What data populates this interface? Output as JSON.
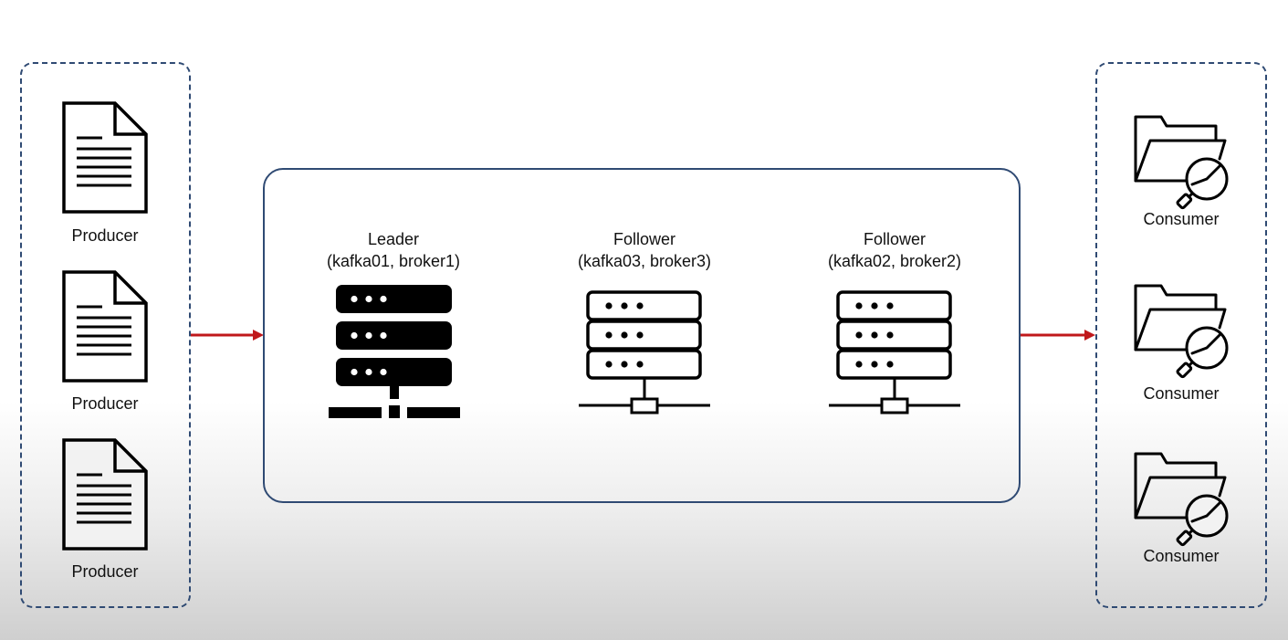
{
  "producers": [
    {
      "label": "Producer",
      "icon": "document-icon"
    },
    {
      "label": "Producer",
      "icon": "document-icon"
    },
    {
      "label": "Producer",
      "icon": "document-icon"
    }
  ],
  "brokers": [
    {
      "role": "Leader",
      "id": "(kafka01, broker1)",
      "icon": "server-icon-filled"
    },
    {
      "role": "Follower",
      "id": "(kafka03, broker3)",
      "icon": "server-icon-outline"
    },
    {
      "role": "Follower",
      "id": "(kafka02, broker2)",
      "icon": "server-icon-outline"
    }
  ],
  "consumers": [
    {
      "label": "Consumer",
      "icon": "folder-search-icon"
    },
    {
      "label": "Consumer",
      "icon": "folder-search-icon"
    },
    {
      "label": "Consumer",
      "icon": "folder-search-icon"
    }
  ],
  "colors": {
    "group_border": "#2f4a73",
    "arrow": "#c0181b",
    "icon": "#000000"
  }
}
